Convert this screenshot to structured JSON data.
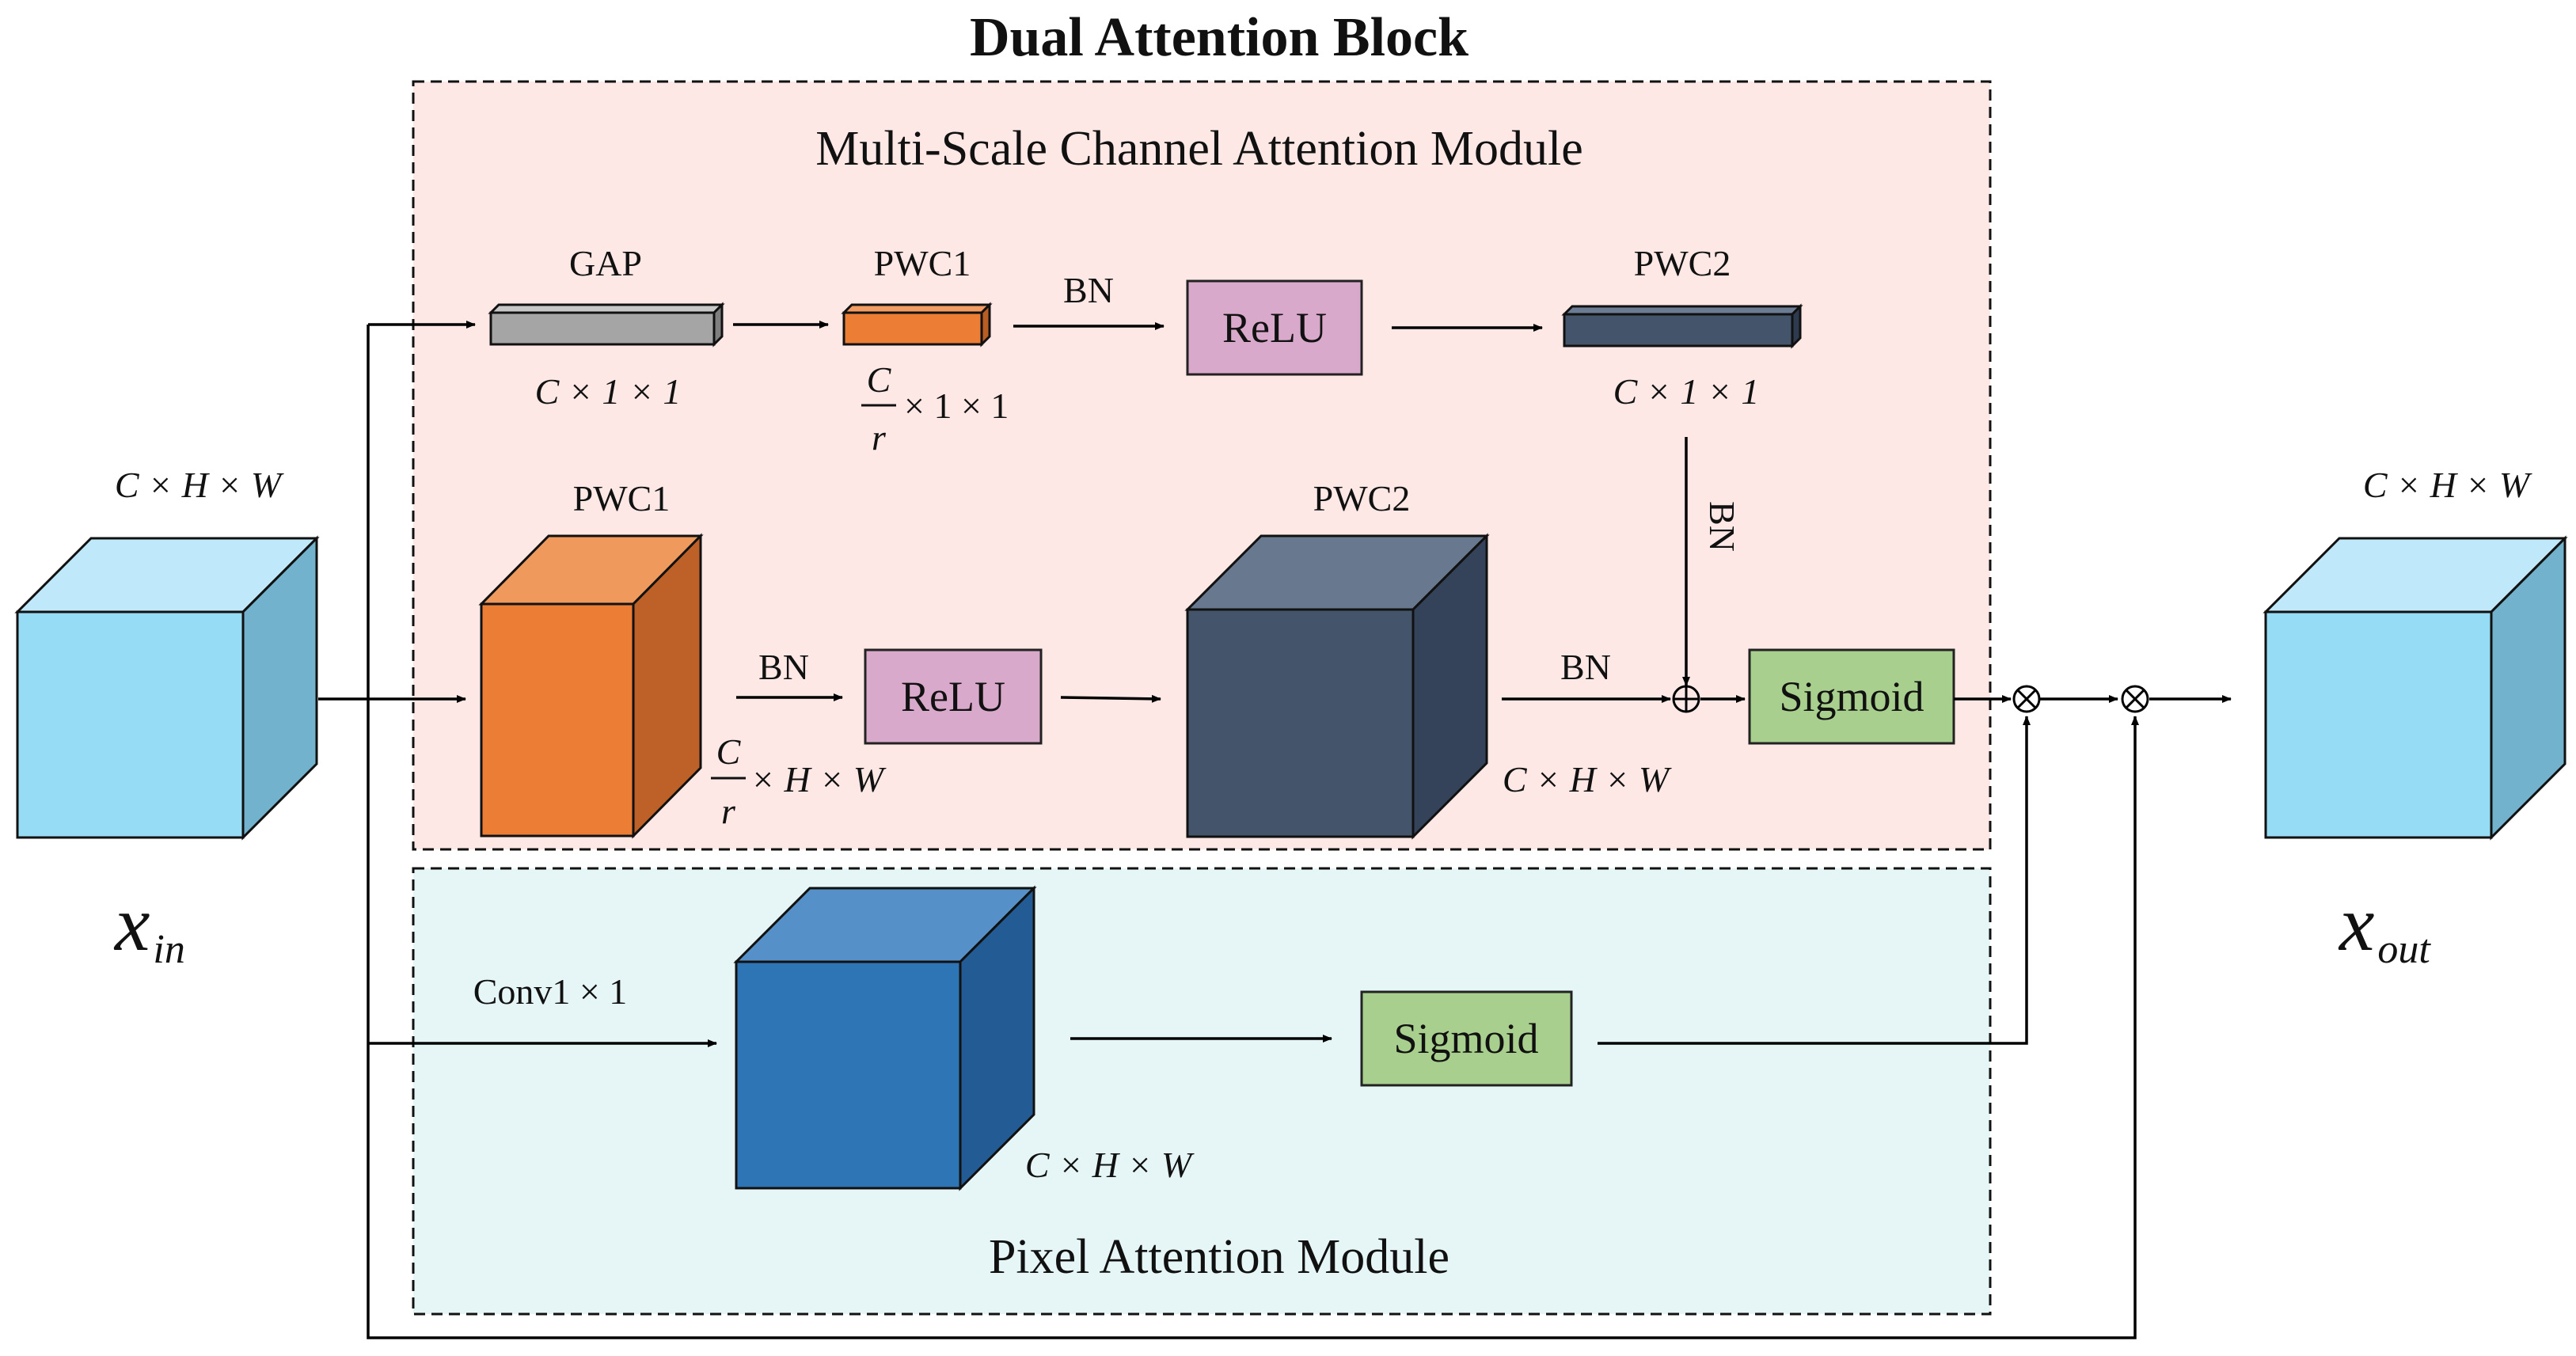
{
  "title": "Dual Attention Block",
  "modules": {
    "channel": {
      "title": "Multi-Scale Channel Attention Module"
    },
    "pixel": {
      "title": "Pixel Attention Module"
    }
  },
  "input": {
    "var": "x",
    "sub": "in",
    "dims": "C × H × W"
  },
  "output": {
    "var": "x",
    "sub": "out",
    "dims": "C × H × W"
  },
  "global_branch": {
    "gap": {
      "label": "GAP",
      "dims": "C × 1 × 1"
    },
    "pwc1": {
      "label": "PWC1",
      "frac_num": "C",
      "frac_den": "r",
      "dims_rest": "× 1 × 1"
    },
    "bn": "BN",
    "relu": "ReLU",
    "pwc2": {
      "label": "PWC2",
      "dims": "C × 1 × 1"
    },
    "bn_down": "BN"
  },
  "local_branch": {
    "pwc1": {
      "label": "PWC1",
      "frac_num": "C",
      "frac_den": "r",
      "dims_rest": "× H × W"
    },
    "bn1": "BN",
    "relu": "ReLU",
    "pwc2": {
      "label": "PWC2",
      "dims": "C × H × W"
    },
    "bn2": "BN",
    "sigmoid": "Sigmoid"
  },
  "pixel_branch": {
    "conv": "Conv1 × 1",
    "dims": "C × H × W",
    "sigmoid": "Sigmoid"
  },
  "symbols": {
    "add": "⊕",
    "multiply": "⊗"
  },
  "colors": {
    "channel_bg": "#fde8e6",
    "pixel_bg": "#e6f5f5",
    "cube_light_blue": "#96dcf5",
    "cube_orange": "#ec7d34",
    "cube_slate": "#44546a",
    "cube_blue": "#2e75b6",
    "bar_gray": "#a5a5a5",
    "relu": "#d9a9cc",
    "sigmoid": "#a8cf8e"
  }
}
